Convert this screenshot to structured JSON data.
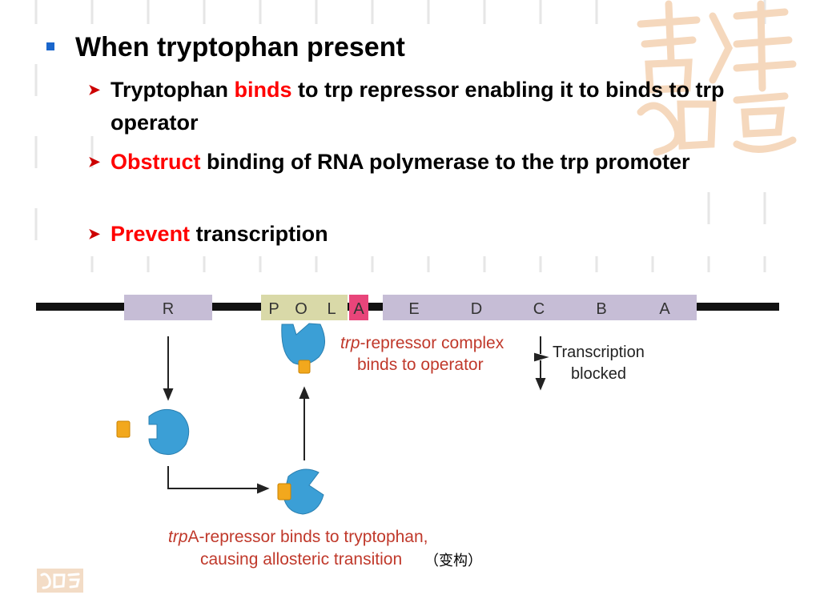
{
  "slide": {
    "bullet_main": "When tryptophan present",
    "sub_items": [
      {
        "parts": [
          {
            "text": "Tryptophan ",
            "red": false
          },
          {
            "text": "binds",
            "red": true
          },
          {
            "text": " to trp repressor enabling it to binds to trp operator",
            "red": false
          }
        ]
      },
      {
        "parts": [
          {
            "text": "Obstruct",
            "red": true
          },
          {
            "text": " binding of RNA polymerase to the trp promoter",
            "red": false
          }
        ]
      },
      {
        "parts": [
          {
            "text": "Prevent",
            "red": true
          },
          {
            "text": " transcription",
            "red": false
          }
        ]
      }
    ]
  },
  "diagram": {
    "genes": [
      {
        "label": "R",
        "color": "#c6bdd6"
      },
      {
        "label": "P",
        "color": "#d9d9a8"
      },
      {
        "label": "O",
        "color": "#d9d9a8"
      },
      {
        "label": "L",
        "color": "#d9d9a8"
      },
      {
        "label": "A",
        "color": "#e8457a"
      },
      {
        "label": "E",
        "color": "#c6bdd6"
      },
      {
        "label": "D",
        "color": "#c6bdd6"
      },
      {
        "label": "C",
        "color": "#c6bdd6"
      },
      {
        "label": "B",
        "color": "#c6bdd6"
      },
      {
        "label": "A",
        "color": "#c6bdd6"
      }
    ],
    "complex_label_italic": "trp",
    "complex_label_rest": "-repressor complex",
    "complex_label_line2": "binds to operator",
    "blocked_line1": "Transcription",
    "blocked_line2": "blocked",
    "bottom_italic": "trp",
    "bottom_rest": "A-repressor binds to tryptophan,",
    "bottom_line2": "causing allosteric transition",
    "cn_note": "（变构）",
    "colors": {
      "repressor": "#3b9fd6",
      "tryptophan": "#f2a81d",
      "label_red": "#c0392b"
    }
  }
}
